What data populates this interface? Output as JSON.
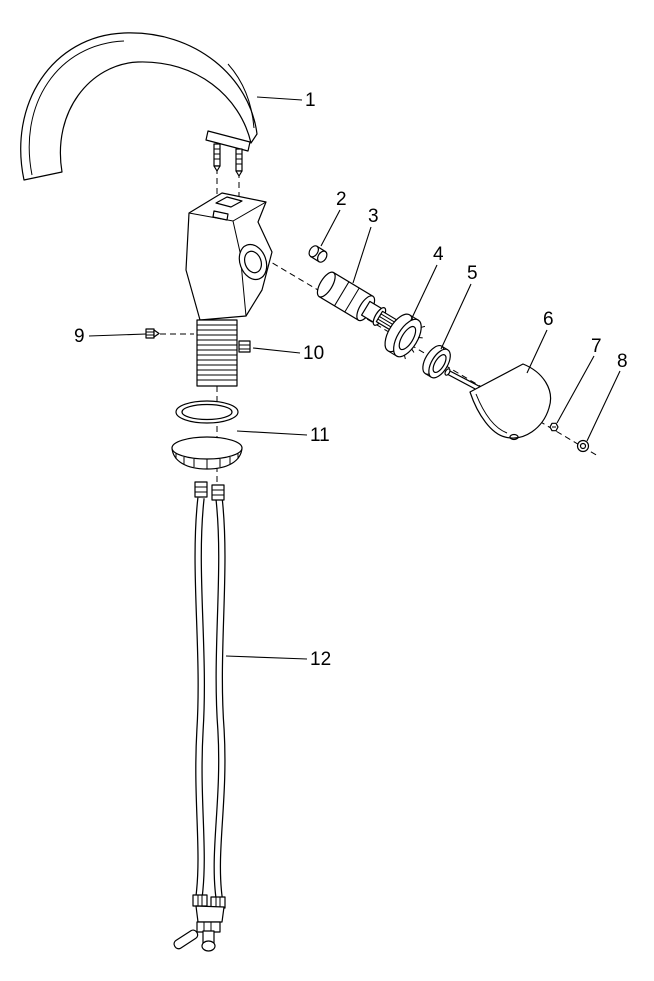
{
  "background": "#ffffff",
  "line_color": "#000000",
  "parts": [
    {
      "label": "1"
    },
    {
      "label": "2"
    },
    {
      "label": "3"
    },
    {
      "label": "4"
    },
    {
      "label": "5"
    },
    {
      "label": "6"
    },
    {
      "label": "7"
    },
    {
      "label": "8"
    },
    {
      "label": "9"
    },
    {
      "label": "10"
    },
    {
      "label": "11"
    },
    {
      "label": "12"
    }
  ]
}
